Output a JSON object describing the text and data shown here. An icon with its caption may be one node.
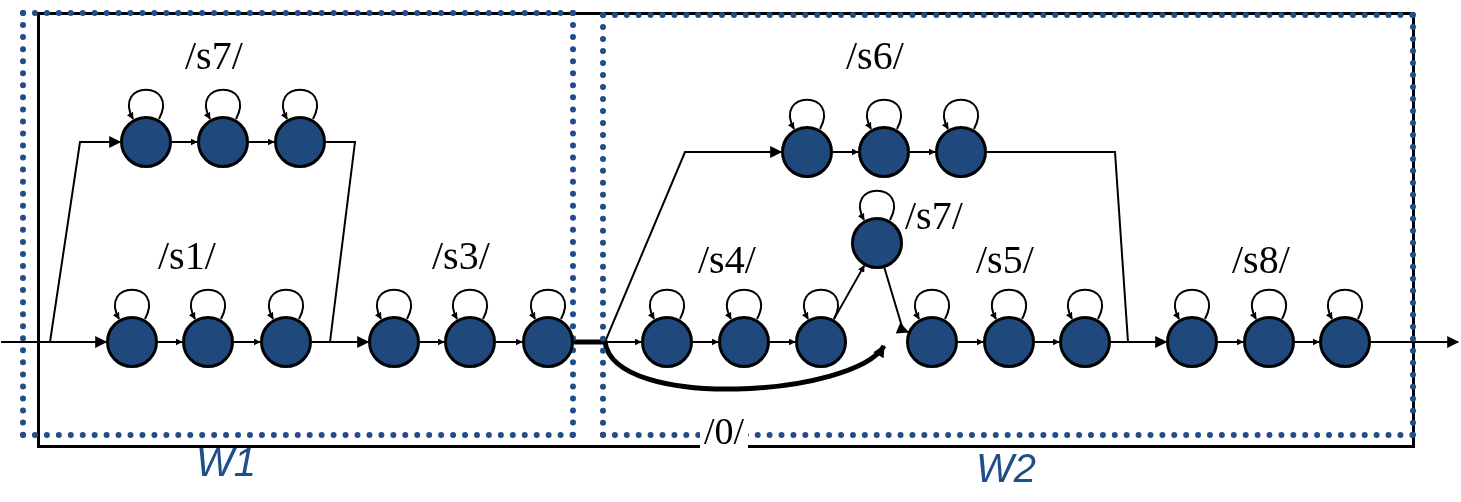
{
  "diagram": {
    "nodes": [
      {
        "text": [],
        "shape": "box"
      },
      {
        "text": [
          "W1"
        ],
        "in": 0
      },
      {
        "text": [
          "W2"
        ],
        "in": 0
      },
      {
        "text": [],
        "shape": "circle",
        "in": 1
      },
      {
        "text": [],
        "shape": "circle",
        "in": 1
      },
      {
        "text": [],
        "shape": "circle",
        "in": 1
      },
      {
        "text": [],
        "shape": "circle",
        "in": 1
      },
      {
        "text": [],
        "shape": "circle",
        "in": 1
      },
      {
        "text": [],
        "shape": "circle",
        "in": 1
      },
      {
        "text": [],
        "shape": "circle",
        "in": 1
      },
      {
        "text": [],
        "shape": "circle",
        "in": 1
      },
      {
        "text": [],
        "shape": "circle",
        "in": 1
      },
      {
        "text": [],
        "shape": "circle",
        "in": 2
      },
      {
        "text": [],
        "shape": "circle",
        "in": 2
      },
      {
        "text": [],
        "shape": "circle",
        "in": 2
      },
      {
        "text": [],
        "shape": "circle",
        "in": 2
      },
      {
        "text": [],
        "shape": "circle",
        "in": 2
      },
      {
        "text": [],
        "shape": "circle",
        "in": 2
      },
      {
        "text": [],
        "shape": "circle",
        "in": 2
      },
      {
        "text": [],
        "shape": "circle",
        "in": 2
      },
      {
        "text": [],
        "shape": "circle",
        "in": 2
      },
      {
        "text": [],
        "shape": "circle",
        "in": 2
      },
      {
        "text": [],
        "shape": "circle",
        "in": 2
      },
      {
        "text": [],
        "shape": "circle",
        "in": 2
      },
      {
        "text": [],
        "shape": "circle",
        "in": 2
      }
    ],
    "edges": [
      {
        "from": null,
        "to": 6,
        "arrow": "to"
      },
      {
        "from": null,
        "to": 3,
        "arrow": "to"
      },
      {
        "from": 3,
        "to": 4,
        "arrow": "to"
      },
      {
        "from": 4,
        "to": 5,
        "arrow": "to"
      },
      {
        "from": 6,
        "to": 7,
        "arrow": "to"
      },
      {
        "from": 7,
        "to": 8,
        "arrow": "to"
      },
      {
        "from": 5,
        "to": 9,
        "arrow": "to"
      },
      {
        "from": 8,
        "to": 9,
        "arrow": "to"
      },
      {
        "from": 9,
        "to": 10,
        "arrow": "to"
      },
      {
        "from": 10,
        "to": 11,
        "arrow": "to"
      },
      {
        "from": 11,
        "to": 16,
        "arrow": "to"
      },
      {
        "from": 11,
        "to": 12,
        "arrow": "to"
      },
      {
        "from": 11,
        "to": 19,
        "arrow": "to",
        "label": "/0/",
        "style": "thick"
      },
      {
        "from": 16,
        "to": 17,
        "arrow": "to"
      },
      {
        "from": 17,
        "to": 18,
        "arrow": "to"
      },
      {
        "from": 18,
        "to": 15,
        "arrow": "to"
      },
      {
        "from": 15,
        "to": 19,
        "arrow": "to"
      },
      {
        "from": 19,
        "to": 20,
        "arrow": "to"
      },
      {
        "from": 20,
        "to": 21,
        "arrow": "to"
      },
      {
        "from": 14,
        "to": 22,
        "arrow": "to"
      },
      {
        "from": 21,
        "to": 22,
        "arrow": "to"
      },
      {
        "from": 22,
        "to": 23,
        "arrow": "to"
      },
      {
        "from": 23,
        "to": 24,
        "arrow": "to"
      },
      {
        "from": 24,
        "to": null,
        "arrow": "to"
      },
      {
        "from": 12,
        "to": 13,
        "arrow": "to"
      },
      {
        "from": 13,
        "to": 14,
        "arrow": "to"
      },
      {
        "from": 3,
        "to": 3,
        "arrow": "to"
      },
      {
        "from": 4,
        "to": 4,
        "arrow": "to"
      },
      {
        "from": 5,
        "to": 5,
        "arrow": "to"
      },
      {
        "from": 6,
        "to": 6,
        "arrow": "to"
      },
      {
        "from": 7,
        "to": 7,
        "arrow": "to"
      },
      {
        "from": 8,
        "to": 8,
        "arrow": "to"
      },
      {
        "from": 9,
        "to": 9,
        "arrow": "to"
      },
      {
        "from": 10,
        "to": 10,
        "arrow": "to"
      },
      {
        "from": 11,
        "to": 11,
        "arrow": "to"
      },
      {
        "from": 12,
        "to": 12,
        "arrow": "to"
      },
      {
        "from": 13,
        "to": 13,
        "arrow": "to"
      },
      {
        "from": 14,
        "to": 14,
        "arrow": "to"
      },
      {
        "from": 15,
        "to": 15,
        "arrow": "to"
      },
      {
        "from": 16,
        "to": 16,
        "arrow": "to"
      },
      {
        "from": 17,
        "to": 17,
        "arrow": "to"
      },
      {
        "from": 18,
        "to": 18,
        "arrow": "to"
      },
      {
        "from": 19,
        "to": 19,
        "arrow": "to"
      },
      {
        "from": 20,
        "to": 20,
        "arrow": "to"
      },
      {
        "from": 21,
        "to": 21,
        "arrow": "to"
      },
      {
        "from": 22,
        "to": 22,
        "arrow": "to"
      },
      {
        "from": 23,
        "to": 23,
        "arrow": "to"
      },
      {
        "from": 24,
        "to": 24,
        "arrow": "to"
      }
    ],
    "labels": [
      "/s7/",
      "/s6/",
      "/s7/",
      "/s1/",
      "/s3/",
      "/s4/",
      "/s5/",
      "/s8/"
    ]
  }
}
